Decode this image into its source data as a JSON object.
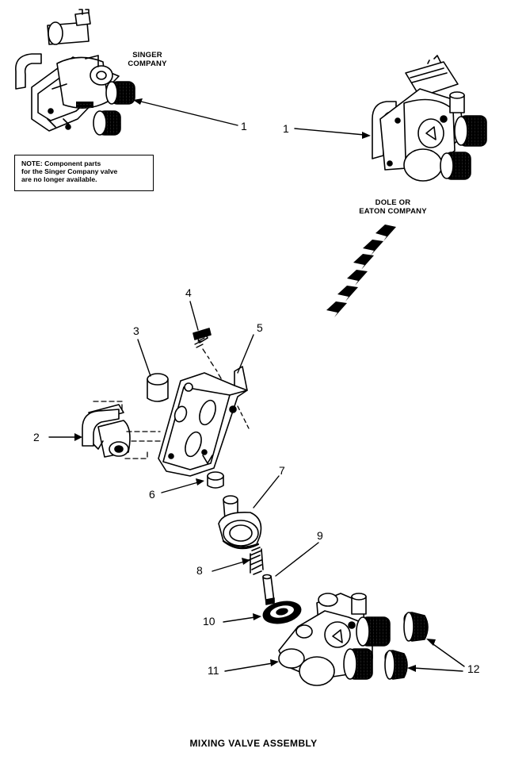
{
  "title": "MIXING VALVE ASSEMBLY",
  "captions": {
    "singer": [
      "SINGER",
      "COMPANY"
    ],
    "dole_eaton": [
      "DOLE OR",
      "EATON COMPANY"
    ]
  },
  "note": [
    "NOTE: Component parts",
    "for the Singer Company valve",
    "are no longer available."
  ],
  "callouts": {
    "singer_valve": "1",
    "dole_valve": "1",
    "coil": "2",
    "spacer": "3",
    "screw": "4",
    "bracket": "5",
    "plunger_sleeve": "6",
    "guide": "7",
    "spring": "8",
    "plunger": "9",
    "diaphragm": "10",
    "valve_body": "11",
    "screens": "12"
  }
}
